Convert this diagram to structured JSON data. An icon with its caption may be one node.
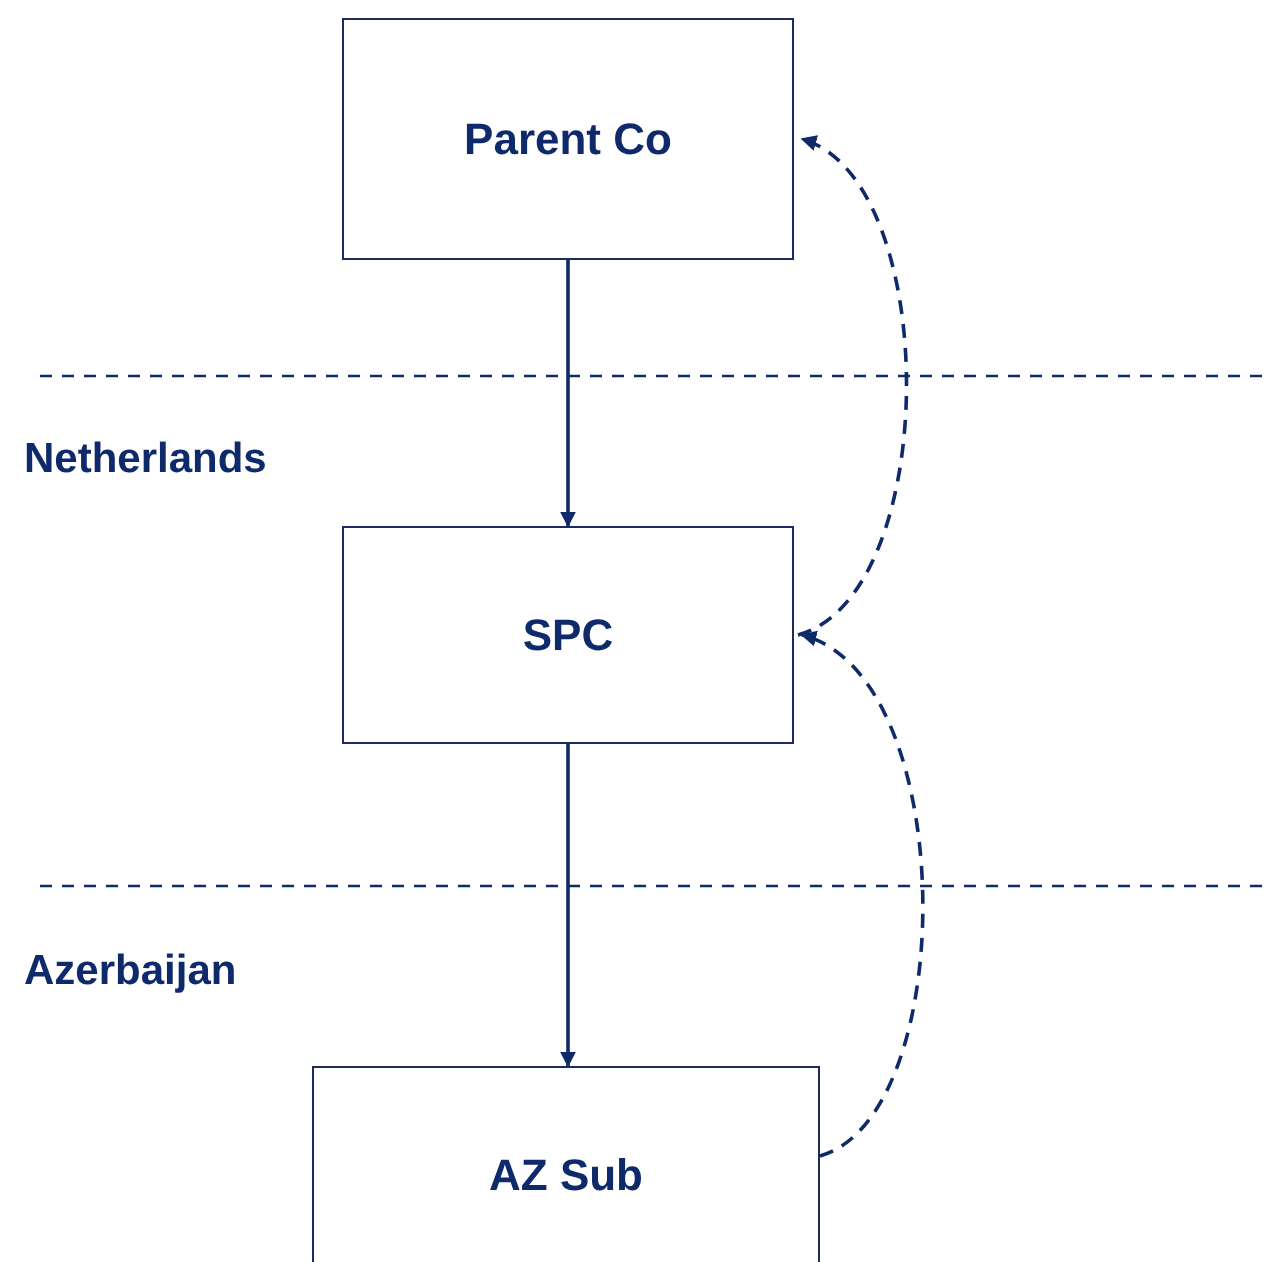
{
  "diagram": {
    "nodes": [
      {
        "text": [
          "Parent Co"
        ]
      },
      {
        "text": [
          "SPC"
        ]
      },
      {
        "text": [
          "AZ Sub"
        ]
      }
    ],
    "edges": [
      {
        "from": 0,
        "to": 1,
        "arrow": "to"
      },
      {
        "from": 1,
        "to": 2,
        "arrow": "to"
      },
      {
        "from": 1,
        "to": 0,
        "arrow": "to",
        "style": "dashed"
      },
      {
        "from": 2,
        "to": 1,
        "arrow": "to",
        "style": "dashed"
      }
    ],
    "labels": [
      "Netherlands",
      "Azerbaijan"
    ]
  }
}
